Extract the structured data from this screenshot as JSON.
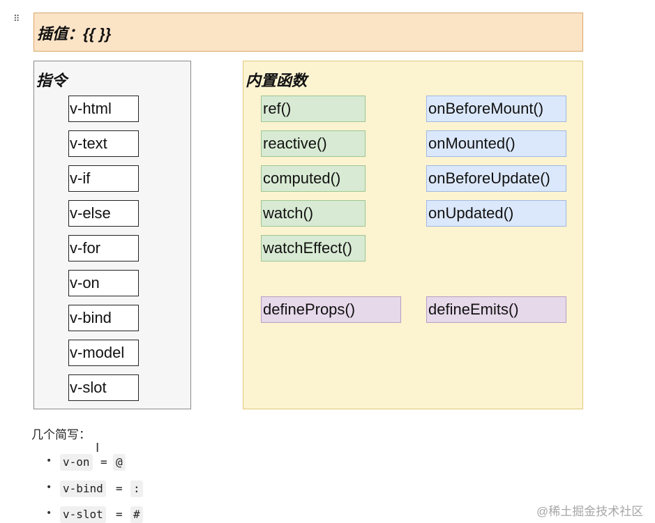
{
  "interpolation": {
    "title": "插值：{{ }}"
  },
  "directives": {
    "title": "指令",
    "items": [
      "v-html",
      "v-text",
      "v-if",
      "v-else",
      "v-for",
      "v-on",
      "v-bind",
      "v-model",
      "v-slot"
    ]
  },
  "builtins": {
    "title": "内置函数",
    "reactivity": [
      "ref()",
      "reactive()",
      "computed()",
      "watch()",
      "watchEffect()"
    ],
    "lifecycle": [
      "onBeforeMount()",
      "onMounted()",
      "onBeforeUpdate()",
      "onUpdated()"
    ],
    "macros": [
      "defineProps()",
      "defineEmits()"
    ]
  },
  "shorthands": {
    "title": "几个简写：",
    "items": [
      {
        "directive": "v-on",
        "symbol": "@"
      },
      {
        "directive": "v-bind",
        "symbol": ":"
      },
      {
        "directive": "v-slot",
        "symbol": "#"
      }
    ]
  },
  "watermark": "@稀土掘金技术社区",
  "colors": {
    "interp_bg": "#fbe3c6",
    "builtins_bg": "#fcf3d1",
    "green": "#d8ead3",
    "blue": "#dbe8fb",
    "purple": "#e6d9ea"
  }
}
